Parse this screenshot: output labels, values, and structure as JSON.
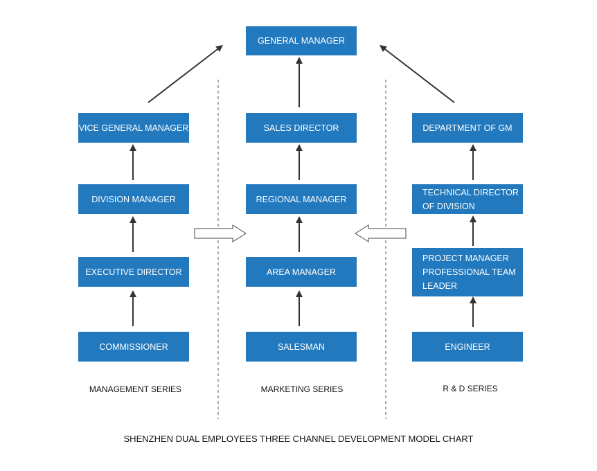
{
  "nodes": {
    "general_manager": "GENERAL MANAGER",
    "vice_general_manager": "VICE GENERAL MANAGER",
    "division_manager": "DIVISION MANAGER",
    "executive_director": "EXECUTIVE DIRECTOR",
    "commissioner": "COMMISSIONER",
    "sales_director": "SALES DIRECTOR",
    "regional_manager": "REGIONAL MANAGER",
    "area_manager": "AREA MANAGER",
    "salesman": "SALESMAN",
    "department_of_gm": "DEPARTMENT OF GM",
    "technical_director": "TECHNICAL DIRECTOR\nOF DIVISION",
    "project_manager": "PROJECT MANAGER\nPROFESSIONAL TEAM\nLEADER",
    "engineer": "ENGINEER"
  },
  "series": {
    "management": "MANAGEMENT SERIES",
    "marketing": "MARKETING SERIES",
    "rd": "R & D SERIES"
  },
  "caption": "SHENZHEN DUAL EMPLOYEES THREE CHANNEL DEVELOPMENT MODEL CHART",
  "colors": {
    "box": "#2279bd",
    "arrow": "#333333",
    "divider": "#555555"
  }
}
